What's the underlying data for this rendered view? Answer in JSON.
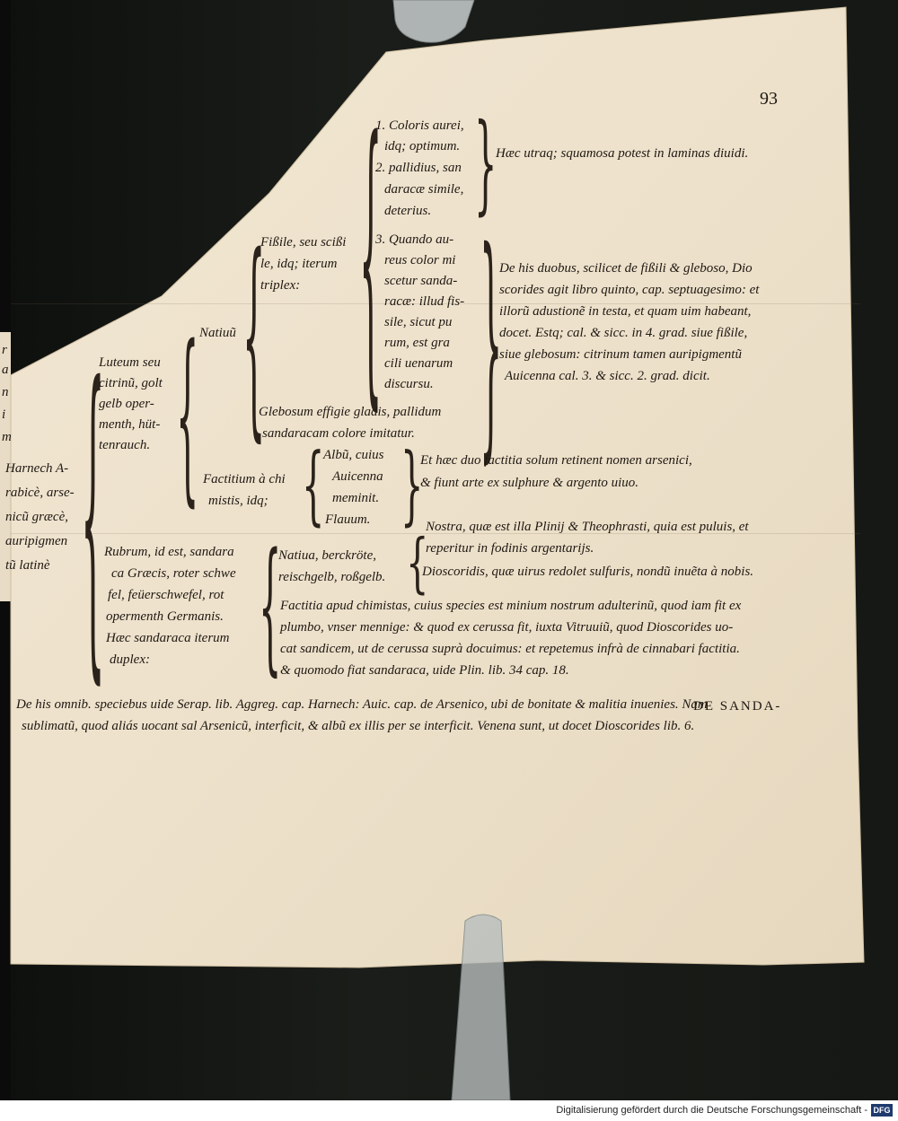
{
  "page_number": "93",
  "root": {
    "lines": [
      "Harnech A-",
      "rabicè, arse-",
      "nicũ græcè,",
      "auripigmen",
      "tũ latinè"
    ]
  },
  "luteum": {
    "lines": [
      "Luteum seu",
      "citrinũ, golt",
      "gelb oper-",
      "menth, hüt-",
      "tenrauch."
    ]
  },
  "nativum": {
    "label": "Natiuũ"
  },
  "fissile": {
    "lines": [
      "Fißile, seu scißi",
      "le, idq; iterum",
      "triplex:"
    ]
  },
  "species": {
    "one": [
      "1. Coloris aurei,",
      "idq; optimum."
    ],
    "two": [
      "2. pallidius, san",
      "daracæ simile,",
      "deterius."
    ],
    "three": [
      "3. Quando au-",
      "reus color mi",
      "scetur sanda-",
      "racæ: illud fis-",
      "sile, sicut pu",
      "rum, est gra",
      "cili uenarum",
      "discursu."
    ]
  },
  "squamosa_note": "Hæc utraq; squamosa potest in laminas diuidi.",
  "fissile_note": [
    "De his duobus, scilicet de fißili & gleboso, Dio",
    "scorides agit libro quinto, cap. septuagesimo: et",
    "illorũ adustionẽ in testa, et quam uim habeant,",
    "docet. Estq; cal. & sicc. in 4. grad. siue fißile,",
    "siue glebosum: citrinum tamen auripigmentũ",
    "Auicenna cal. 3. & sicc. 2. grad. dicit."
  ],
  "glebosum": [
    "Glebosum effigie gladis, pallidum",
    "sandaracam colore imitatur."
  ],
  "factitium": {
    "lines": [
      "Factitium à chi",
      "mistis, idq;"
    ]
  },
  "factitium_types": [
    "Albũ, cuius",
    "Auicenna",
    "meminit.",
    "Flauum."
  ],
  "factitium_note": [
    "Et hæc duo factitia solum retinent nomen arsenici,",
    "& fiunt arte ex sulphure & argento uiuo."
  ],
  "rubrum": {
    "lines": [
      "Rubrum, id est, sandara",
      "ca Græcis, roter schwe",
      "fel, feüerschwefel, rot",
      "opermenth Germanis.",
      "Hæc sandaraca iterum",
      "duplex:"
    ]
  },
  "rubrum_nativa": [
    "Natiua, berckröte,",
    "reischgelb, roßgelb."
  ],
  "nostra_note": [
    "Nostra, quæ est illa Plinij & Theophrasti, quia est puluis, et",
    "reperitur in fodinis argentarijs."
  ],
  "dioscoridis_note": "Dioscoridis, quæ uirus redolet sulfuris, nondũ inuẽta à nobis.",
  "factitia_note": [
    "Factitia apud chimistas, cuius species est minium nostrum adulterinũ, quod iam fit ex",
    "plumbo, vnser mennige: & quod ex cerussa fit, iuxta Vitruuiũ, quod Dioscorides uo-",
    "cat sandicem, ut de cerussa suprà docuimus: et repetemus infrà de cinnabari factitia.",
    "& quomodo fiat sandaraca, uide Plin. lib. 34 cap. 18."
  ],
  "footer_lines": [
    "De his omnib. speciebus uide Serap. lib. Aggreg. cap. Harnech: Auic. cap. de Arsenico, ubi de bonitate & malitia inuenies. Nam",
    "sublimatũ, quod aliás uocant sal Arsenicũ, interficit, & albũ ex illis per se interficit. Venena sunt, ut docet Dioscorides lib. 6."
  ],
  "catchword": "DE SANDA-",
  "credit": "Digitalisierung gefördert durch die Deutsche Forschungsgemeinschaft -",
  "logo_text": "DFG",
  "margin_letters": [
    "r",
    "a",
    "n",
    "i",
    "m"
  ]
}
